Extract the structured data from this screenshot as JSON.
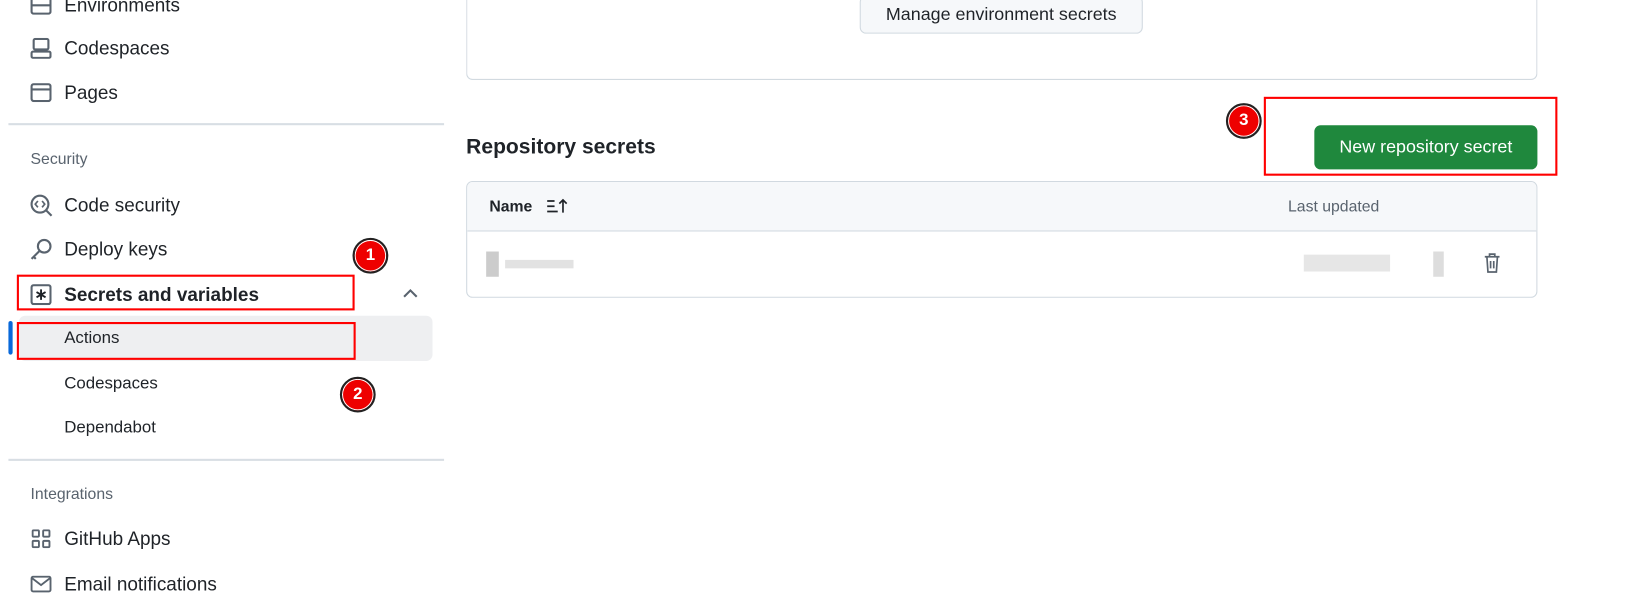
{
  "sidebar": {
    "items_top": [
      {
        "label": "Environments",
        "icon": "server-icon"
      },
      {
        "label": "Codespaces",
        "icon": "codespaces-icon"
      },
      {
        "label": "Pages",
        "icon": "browser-icon"
      }
    ],
    "security_heading": "Security",
    "security_items": [
      {
        "label": "Code security",
        "icon": "codescan-icon"
      },
      {
        "label": "Deploy keys",
        "icon": "key-icon"
      },
      {
        "label": "Secrets and variables",
        "icon": "asterisk-icon"
      }
    ],
    "secrets_sub": [
      {
        "label": "Actions",
        "selected": true
      },
      {
        "label": "Codespaces"
      },
      {
        "label": "Dependabot"
      }
    ],
    "integrations_heading": "Integrations",
    "integrations_items": [
      {
        "label": "GitHub Apps",
        "icon": "apps-icon"
      },
      {
        "label": "Email notifications",
        "icon": "mail-icon"
      }
    ]
  },
  "main": {
    "manage_env_button": "Manage environment secrets",
    "repo_secrets_title": "Repository secrets",
    "new_secret_button": "New repository secret",
    "table": {
      "col_name": "Name",
      "col_updated": "Last updated"
    }
  },
  "annotations": [
    "1",
    "2",
    "3"
  ],
  "colors": {
    "accent_green": "#1f883d",
    "selected_bar": "#0969da",
    "annotation_red": "#ff0000"
  }
}
